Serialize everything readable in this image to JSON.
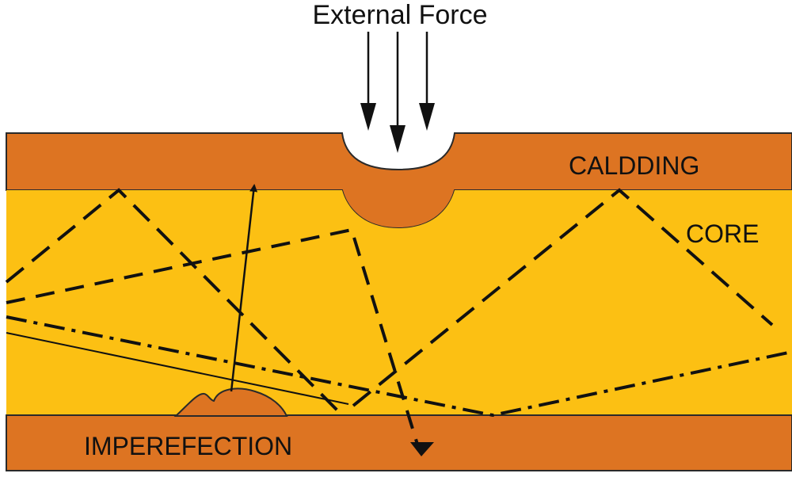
{
  "labels": {
    "force": "External Force",
    "cladding": "CALDDING",
    "core": "CORE",
    "imperfection": "IMPEREFECTION"
  },
  "colors": {
    "cladding": "#dd7422",
    "core": "#fcc013",
    "outline": "#2a2a2a",
    "ray": "#111111",
    "background": "#ffffff"
  }
}
